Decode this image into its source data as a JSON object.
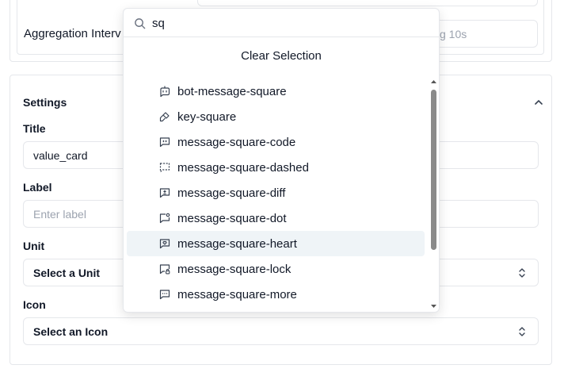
{
  "top_card": {
    "aggregation_label": "Aggregation Interv",
    "aggregation_placeholder": "g 10s"
  },
  "settings": {
    "heading": "Settings",
    "title_label": "Title",
    "title_value": "value_card",
    "label_label": "Label",
    "label_placeholder": "Enter label",
    "unit_label": "Unit",
    "unit_value": "Select a Unit",
    "icon_label": "Icon",
    "icon_value": "Select an Icon"
  },
  "dropdown": {
    "search_value": "sq",
    "clear_label": "Clear Selection",
    "items": [
      {
        "label": "bot-message-square",
        "icon": "bot-message-square-icon"
      },
      {
        "label": "key-square",
        "icon": "key-square-icon"
      },
      {
        "label": "message-square-code",
        "icon": "message-square-code-icon"
      },
      {
        "label": "message-square-dashed",
        "icon": "message-square-dashed-icon"
      },
      {
        "label": "message-square-diff",
        "icon": "message-square-diff-icon"
      },
      {
        "label": "message-square-dot",
        "icon": "message-square-dot-icon"
      },
      {
        "label": "message-square-heart",
        "icon": "message-square-heart-icon"
      },
      {
        "label": "message-square-lock",
        "icon": "message-square-lock-icon"
      },
      {
        "label": "message-square-more",
        "icon": "message-square-more-icon"
      }
    ]
  }
}
